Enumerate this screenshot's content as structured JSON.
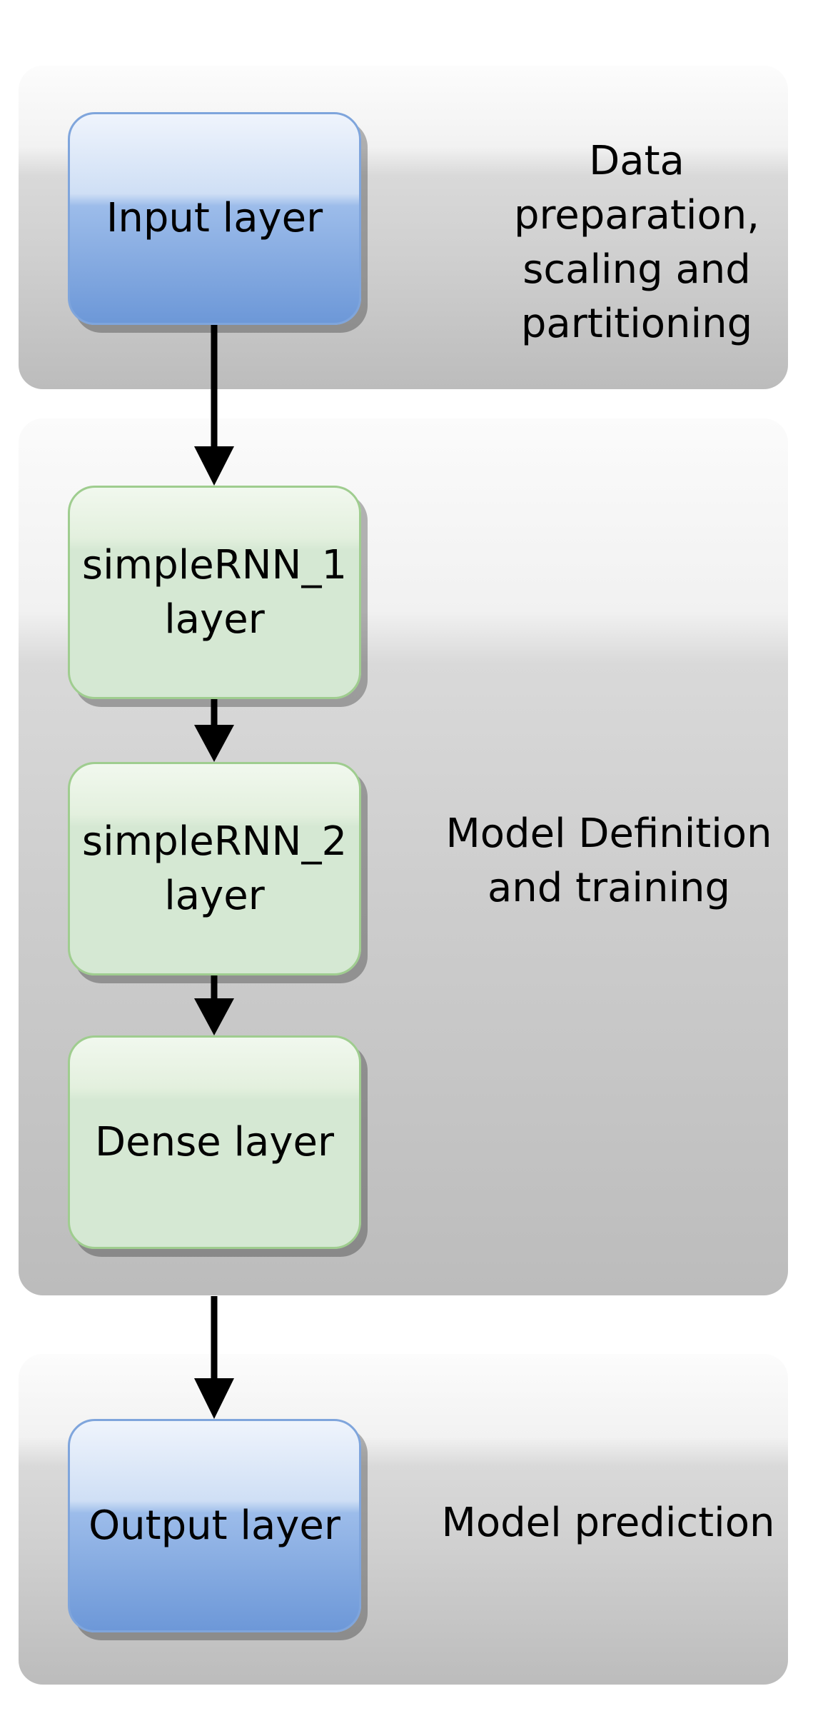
{
  "stages": {
    "data_preparation": "Data\npreparation,\nscaling and\npartitioning",
    "model_definition": "Model Definition\nand training",
    "model_prediction": "Model prediction"
  },
  "nodes": {
    "input": "Input layer",
    "rnn1": "simpleRNN_1\nlayer",
    "rnn2": "simpleRNN_2\nlayer",
    "dense": "Dense layer",
    "output": "Output layer"
  },
  "colors": {
    "io_node": "#86abe1",
    "hidden_node": "#d5e8d3",
    "arrow": "#000000"
  }
}
